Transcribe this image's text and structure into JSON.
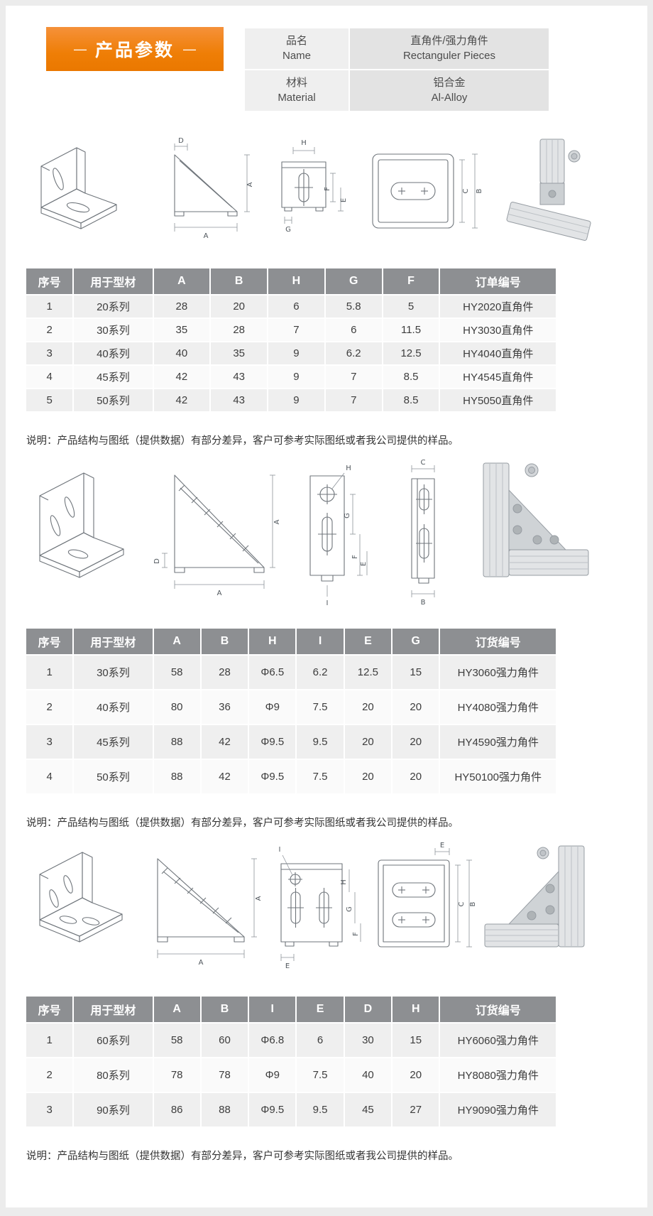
{
  "header": {
    "title": "产品参数",
    "dash": "—"
  },
  "info": {
    "rows": [
      {
        "label_cn": "品名",
        "label_en": "Name",
        "value_cn": "直角件/强力角件",
        "value_en": "Rectanguler Pieces"
      },
      {
        "label_cn": "材料",
        "label_en": "Material",
        "value_cn": "铝合金",
        "value_en": "Al-Alloy"
      }
    ]
  },
  "tables": [
    {
      "headers": [
        "序号",
        "用于型材",
        "A",
        "B",
        "H",
        "G",
        "F",
        "订单编号"
      ],
      "rows": [
        [
          "1",
          "20系列",
          "28",
          "20",
          "6",
          "5.8",
          "5",
          "HY2020直角件"
        ],
        [
          "2",
          "30系列",
          "35",
          "28",
          "7",
          "6",
          "11.5",
          "HY3030直角件"
        ],
        [
          "3",
          "40系列",
          "40",
          "35",
          "9",
          "6.2",
          "12.5",
          "HY4040直角件"
        ],
        [
          "4",
          "45系列",
          "42",
          "43",
          "9",
          "7",
          "8.5",
          "HY4545直角件"
        ],
        [
          "5",
          "50系列",
          "42",
          "43",
          "9",
          "7",
          "8.5",
          "HY5050直角件"
        ]
      ]
    },
    {
      "headers": [
        "序号",
        "用于型材",
        "A",
        "B",
        "H",
        "I",
        "E",
        "G",
        "订货编号"
      ],
      "rows": [
        [
          "1",
          "30系列",
          "58",
          "28",
          "Φ6.5",
          "6.2",
          "12.5",
          "15",
          "HY3060强力角件"
        ],
        [
          "2",
          "40系列",
          "80",
          "36",
          "Φ9",
          "7.5",
          "20",
          "20",
          "HY4080强力角件"
        ],
        [
          "3",
          "45系列",
          "88",
          "42",
          "Φ9.5",
          "9.5",
          "20",
          "20",
          "HY4590强力角件"
        ],
        [
          "4",
          "50系列",
          "88",
          "42",
          "Φ9.5",
          "7.5",
          "20",
          "20",
          "HY50100强力角件"
        ]
      ]
    },
    {
      "headers": [
        "序号",
        "用于型材",
        "A",
        "B",
        "I",
        "E",
        "D",
        "H",
        "订货编号"
      ],
      "rows": [
        [
          "1",
          "60系列",
          "58",
          "60",
          "Φ6.8",
          "6",
          "30",
          "15",
          "HY6060强力角件"
        ],
        [
          "2",
          "80系列",
          "78",
          "78",
          "Φ9",
          "7.5",
          "40",
          "20",
          "HY8080强力角件"
        ],
        [
          "3",
          "90系列",
          "86",
          "88",
          "Φ9.5",
          "9.5",
          "45",
          "27",
          "HY9090强力角件"
        ]
      ]
    }
  ],
  "notes": {
    "text": "说明：产品结构与图纸（提供数据）有部分差异，客户可参考实际图纸或者我公司提供的样品。"
  },
  "diagrams": {
    "row1": {
      "labels": {
        "d": "D",
        "a_side": "A",
        "a_base": "A",
        "h": "H",
        "f": "F",
        "e": "E",
        "g": "G",
        "c": "C",
        "b": "B"
      }
    },
    "row2": {
      "labels": {
        "a_side": "A",
        "a_base": "A",
        "d": "D",
        "h": "H",
        "g": "G",
        "f": "F",
        "e": "E",
        "i": "I",
        "c": "C",
        "b": "B"
      }
    },
    "row3": {
      "labels": {
        "a_side": "A",
        "a_base": "A",
        "i": "I",
        "h": "H",
        "g": "G",
        "f": "F",
        "e": "E",
        "e2": "E",
        "c": "C",
        "b": "B"
      }
    }
  },
  "colors": {
    "accent_orange": "#ef7e06",
    "table_header_gray": "#8d8f92",
    "row_alt_gray": "#efefef"
  }
}
